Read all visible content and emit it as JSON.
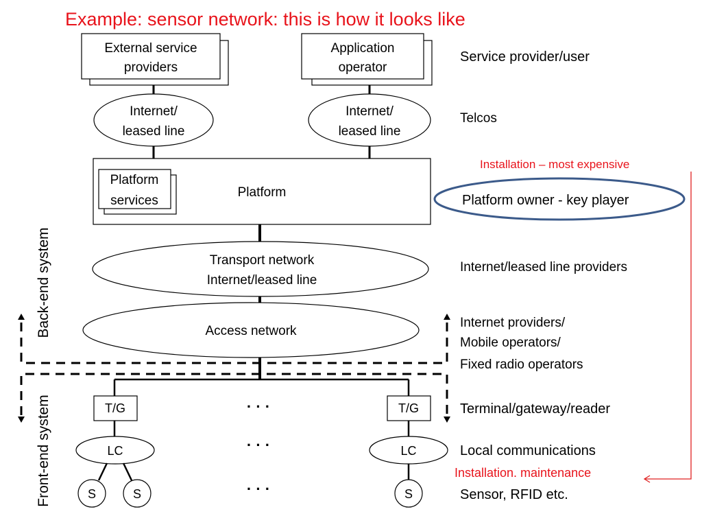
{
  "title": "Example: sensor network: this is how it looks like",
  "colors": {
    "title": "#e8131b",
    "annotation": "#e8131b",
    "highlight_ellipse": "#3b5a8a",
    "line": "#000000"
  },
  "nodes": {
    "external_service_providers": [
      "External service",
      "providers"
    ],
    "application_operator": [
      "Application",
      "operator"
    ],
    "internet_left": [
      "Internet/",
      "leased line"
    ],
    "internet_right": [
      "Internet/",
      "leased line"
    ],
    "platform": "Platform",
    "platform_services": [
      "Platform",
      "services"
    ],
    "transport_network": [
      "Transport network",
      "Internet/leased line"
    ],
    "access_network": "Access network",
    "tg_left": "T/G",
    "tg_right": "T/G",
    "lc_left": "LC",
    "lc_right": "LC",
    "sensor_1": "S",
    "sensor_2": "S",
    "sensor_3": "S",
    "ellipsis": "· · ·"
  },
  "side_labels": {
    "back_end": "Back-end system",
    "front_end": "Front-end system"
  },
  "roles": {
    "service_provider_user": "Service provider/user",
    "telcos": "Telcos",
    "platform_owner": "Platform owner - key player",
    "internet_leased_line_providers": "Internet/leased line providers",
    "access_providers": [
      "Internet providers/",
      "Mobile operators/",
      "Fixed radio operators"
    ],
    "terminal_gateway_reader": "Terminal/gateway/reader",
    "local_communications": "Local communications",
    "sensor_rfid": "Sensor, RFID etc."
  },
  "annotations": {
    "installation_expensive": "Installation – most expensive",
    "installation_maintenance": "Installation. maintenance"
  }
}
